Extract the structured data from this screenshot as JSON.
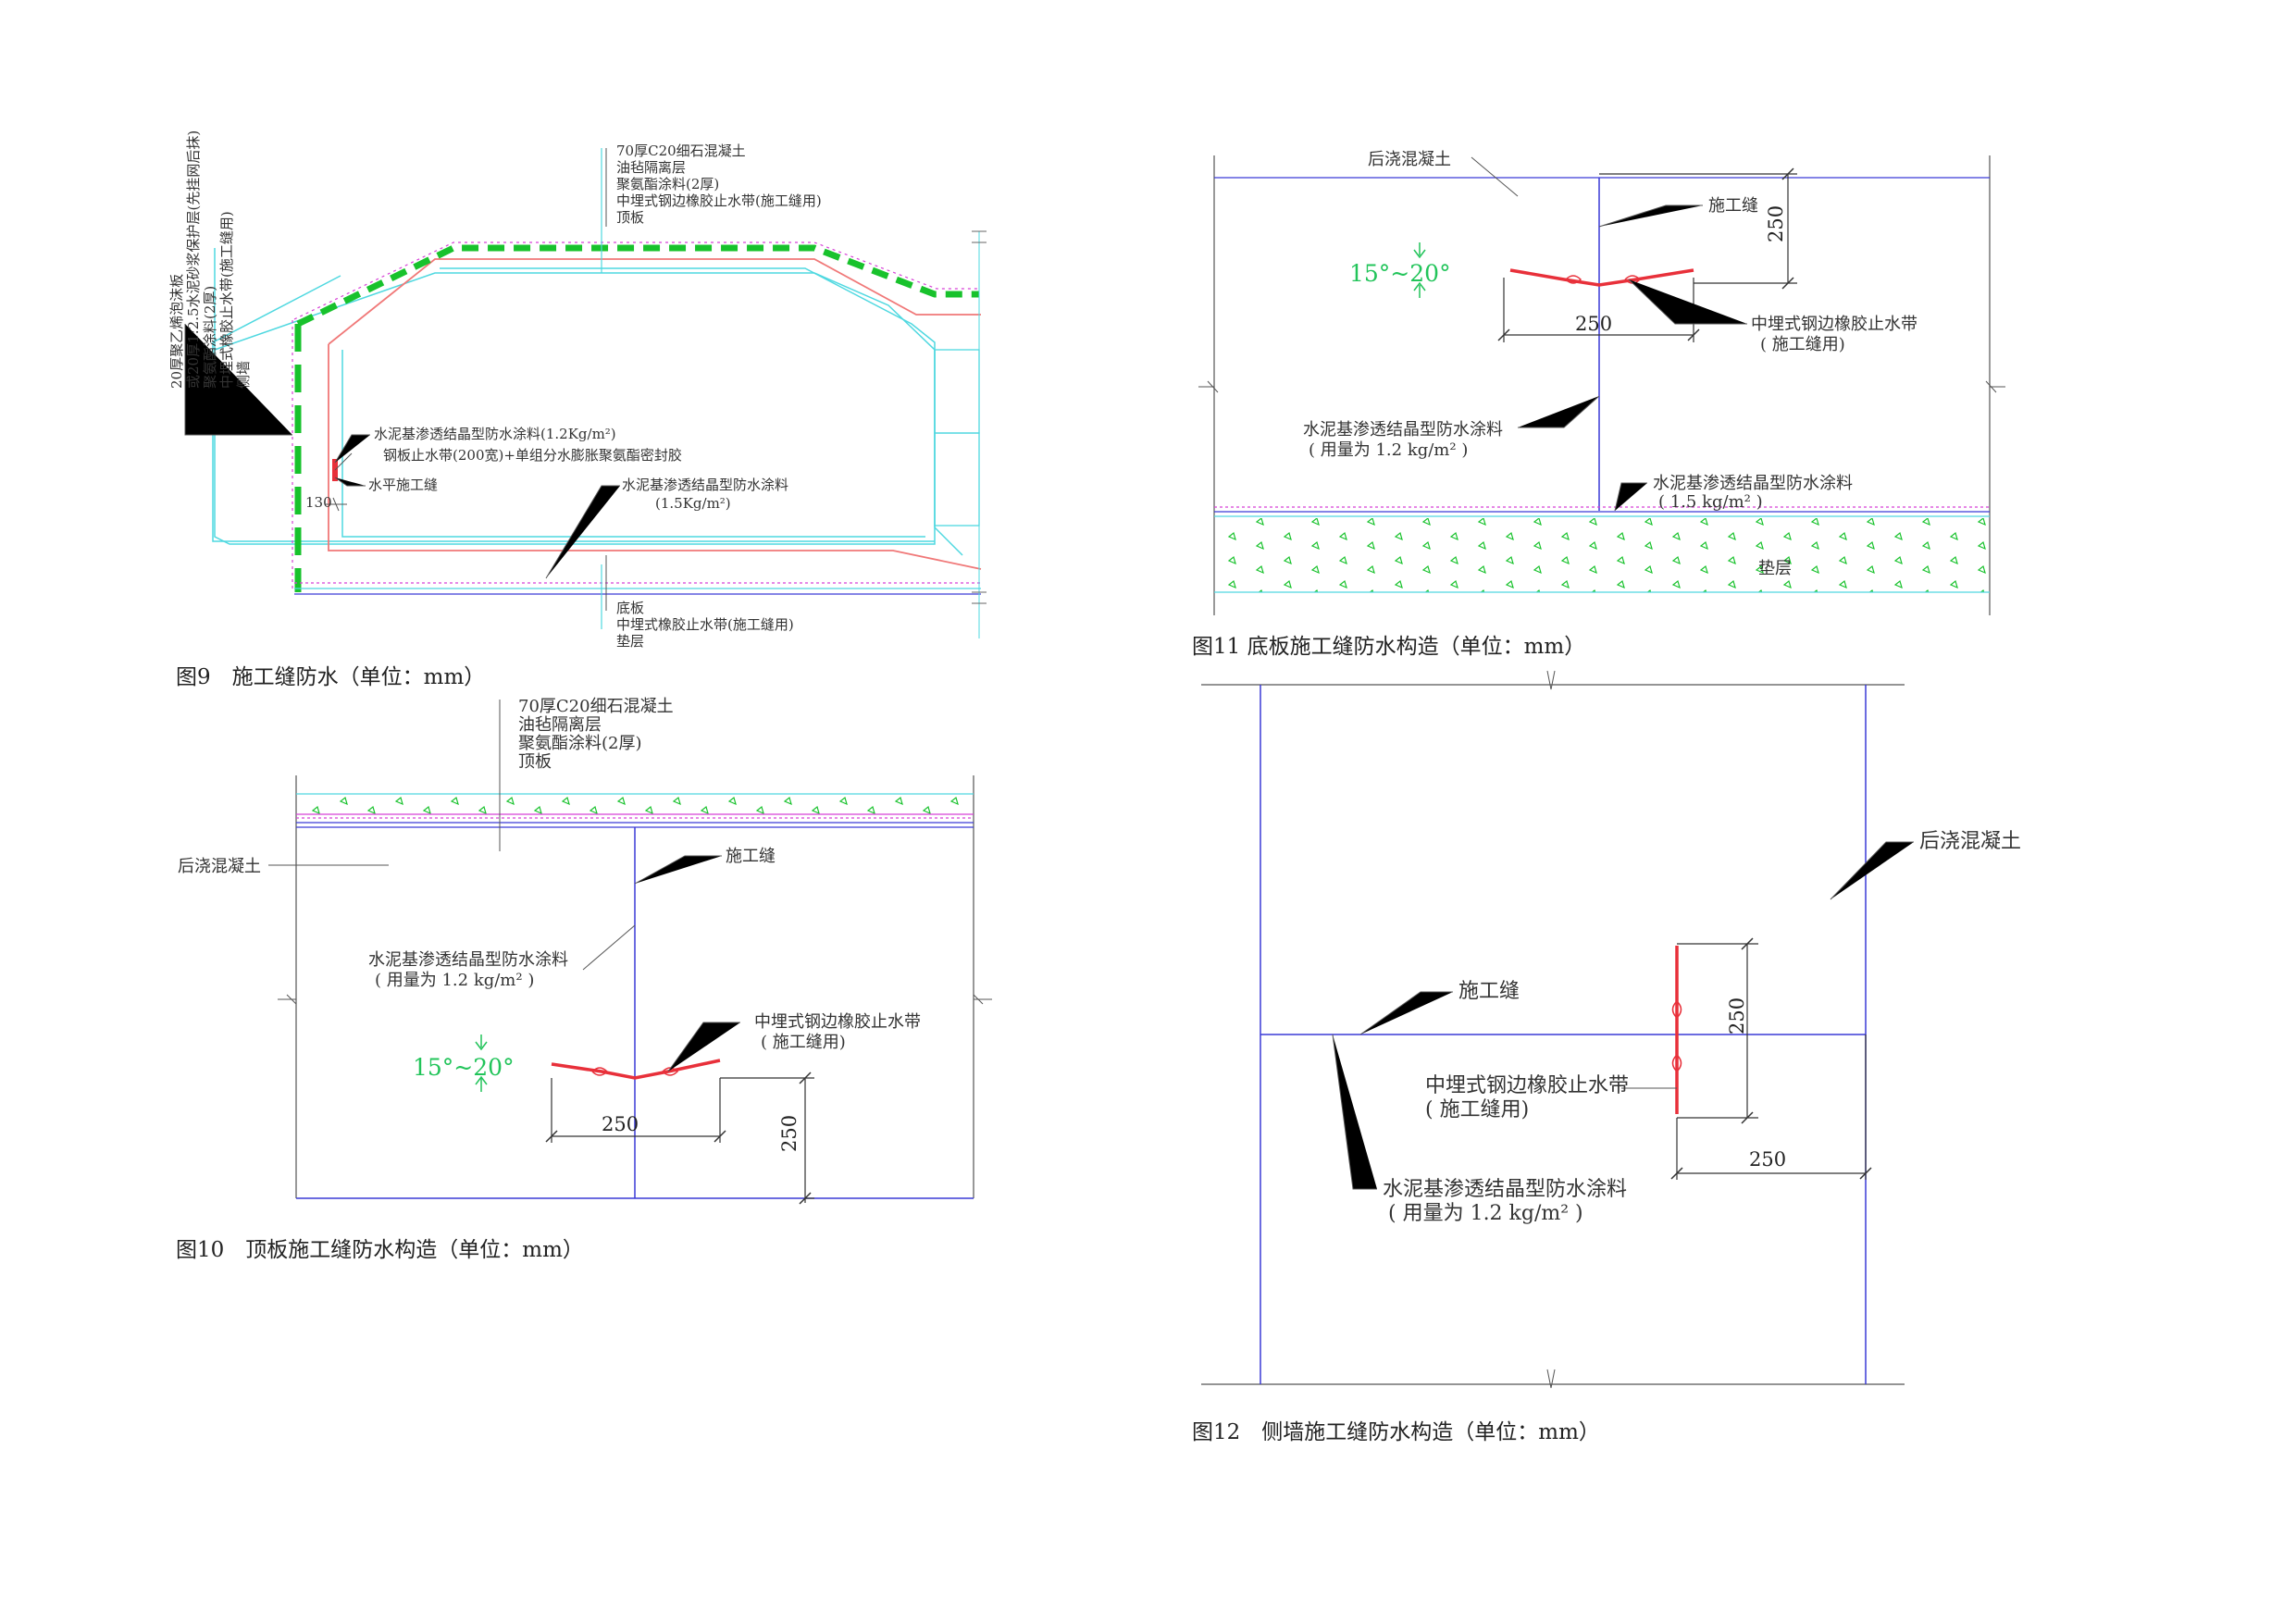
{
  "colors": {
    "blue": "#3a3ad6",
    "red": "#e8303a",
    "green": "#18c22c",
    "magenta": "#d640d6",
    "cyan": "#4fd8e0",
    "pink": "#f07878",
    "leader": "#555555",
    "angle_green": "#22c45a"
  },
  "fig9": {
    "caption": "图9　施工缝防水（单位：mm）",
    "top_labels": [
      "70厚C20细石混凝土",
      "油毡隔离层",
      "聚氨酯涂料(2厚)",
      "中埋式钢边橡胶止水带(施工缝用)",
      "顶板"
    ],
    "left_labels": [
      "20厚聚乙烯泡沫板",
      "或20厚1:2.5水泥砂浆保护层(先挂网后抹)",
      "聚氨酯涂料(2厚)",
      "中埋式橡胶止水带(施工缝用)",
      "侧墙"
    ],
    "mid_labels": [
      "水泥基渗透结晶型防水涂料(1.2Kg/m²)",
      "钢板止水带(200宽)+单组分水膨胀聚氨酯密封胶",
      "水平施工缝"
    ],
    "dim_130": "130",
    "floor_label": [
      "水泥基渗透结晶型防水涂料",
      "(1.5Kg/m²)"
    ],
    "bottom_labels": [
      "底板",
      "中埋式橡胶止水带(施工缝用)",
      "垫层"
    ]
  },
  "fig10": {
    "caption": "图10　顶板施工缝防水构造（单位：mm）",
    "top_labels": [
      "70厚C20细石混凝土",
      "油毡隔离层",
      "聚氨酯涂料(2厚)",
      "顶板"
    ],
    "post_concrete": "后浇混凝土",
    "joint": "施工缝",
    "coating": [
      "水泥基渗透结晶型防水涂料",
      "( 用量为 1.2 kg/m² )"
    ],
    "waterstop": [
      "中埋式钢边橡胶止水带",
      "( 施工缝用)"
    ],
    "angle": "15°~20°",
    "dim_width": "250",
    "dim_depth": "250"
  },
  "fig11": {
    "caption": "图11 底板施工缝防水构造（单位：mm）",
    "post_concrete": "后浇混凝土",
    "joint": "施工缝",
    "dim_depth": "250",
    "angle": "15°~20°",
    "dim_width": "250",
    "waterstop": [
      "中埋式钢边橡胶止水带",
      "( 施工缝用)"
    ],
    "coating": [
      "水泥基渗透结晶型防水涂料",
      "( 用量为 1.2 kg/m² )"
    ],
    "bottom_coating": [
      "水泥基渗透结晶型防水涂料",
      "( 1.5 kg/m² )"
    ],
    "cushion": "垫层"
  },
  "fig12": {
    "caption": "图12　侧墙施工缝防水构造（单位：mm）",
    "post_concrete": "后浇混凝土",
    "joint": "施工缝",
    "dim_height": "250",
    "waterstop": [
      "中埋式钢边橡胶止水带",
      "( 施工缝用)"
    ],
    "dim_width": "250",
    "coating": [
      "水泥基渗透结晶型防水涂料",
      "( 用量为 1.2 kg/m² )"
    ]
  }
}
